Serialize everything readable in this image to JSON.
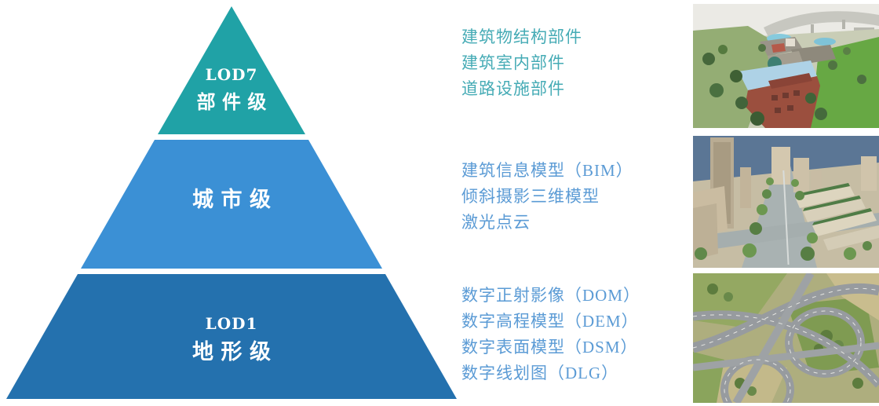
{
  "colors": {
    "level1_fill": "#20A2A6",
    "level2_fill": "#3B90D5",
    "level3_fill": "#2471AE",
    "level1_text": "#45ABB5",
    "level23_text": "#5B9BD5",
    "pyramid_label_text": "#FFFFFF"
  },
  "pyramid": {
    "levels": [
      {
        "code": "LOD7",
        "label": "部件级",
        "fill": "#20A2A6",
        "text_color": "#45ABB5",
        "items": [
          "建筑物结构部件",
          "建筑室内部件",
          "道路设施部件"
        ]
      },
      {
        "code": "",
        "label": "城市级",
        "fill": "#3B90D5",
        "text_color": "#5B9BD5",
        "items": [
          "建筑信息模型（BIM）",
          "倾斜摄影三维模型",
          "激光点云"
        ]
      },
      {
        "code": "LOD1",
        "label": "地形级",
        "fill": "#2471AE",
        "text_color": "#5B9BD5",
        "items": [
          "数字正射影像（DOM）",
          "数字高程模型（DEM）",
          "数字表面模型（DSM）",
          "数字线划图（DLG）"
        ]
      }
    ]
  },
  "photos": [
    {
      "name": "component-level-3d-building-model"
    },
    {
      "name": "city-level-oblique-photography-model"
    },
    {
      "name": "terrain-level-highway-orthophoto"
    }
  ]
}
